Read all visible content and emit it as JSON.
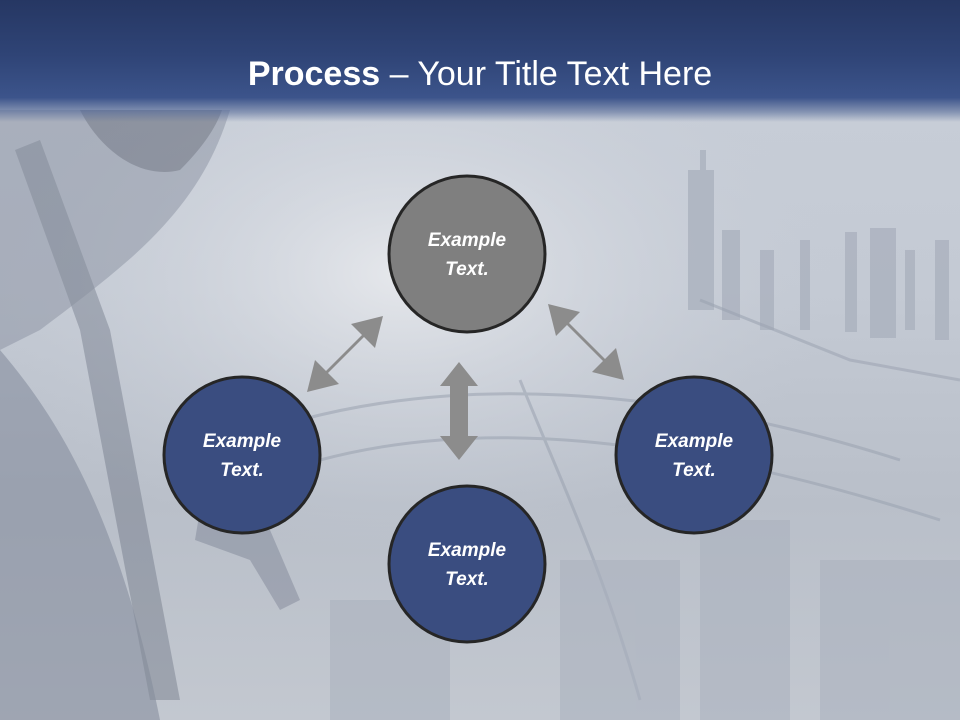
{
  "title": {
    "bold": "Process",
    "rest": " – Your Title Text Here"
  },
  "nodes": [
    {
      "id": "top",
      "line1": "Example",
      "line2": "Text.",
      "fill": "#7f7f7f"
    },
    {
      "id": "left",
      "line1": "Example",
      "line2": "Text.",
      "fill": "#3a4d80"
    },
    {
      "id": "bottom",
      "line1": "Example",
      "line2": "Text.",
      "fill": "#3a4d80"
    },
    {
      "id": "right",
      "line1": "Example",
      "line2": "Text.",
      "fill": "#3a4d80"
    }
  ],
  "colors": {
    "accent": "#3a4d80",
    "arrow": "#8c8c8c",
    "outline": "#262626",
    "title_bar": "#2f4476"
  },
  "arrows": [
    {
      "from": "left",
      "to": "top",
      "icon": "double-arrow-icon"
    },
    {
      "from": "top",
      "to": "right",
      "icon": "double-arrow-icon"
    },
    {
      "from": "top",
      "to": "bottom",
      "icon": "double-arrow-icon"
    }
  ]
}
